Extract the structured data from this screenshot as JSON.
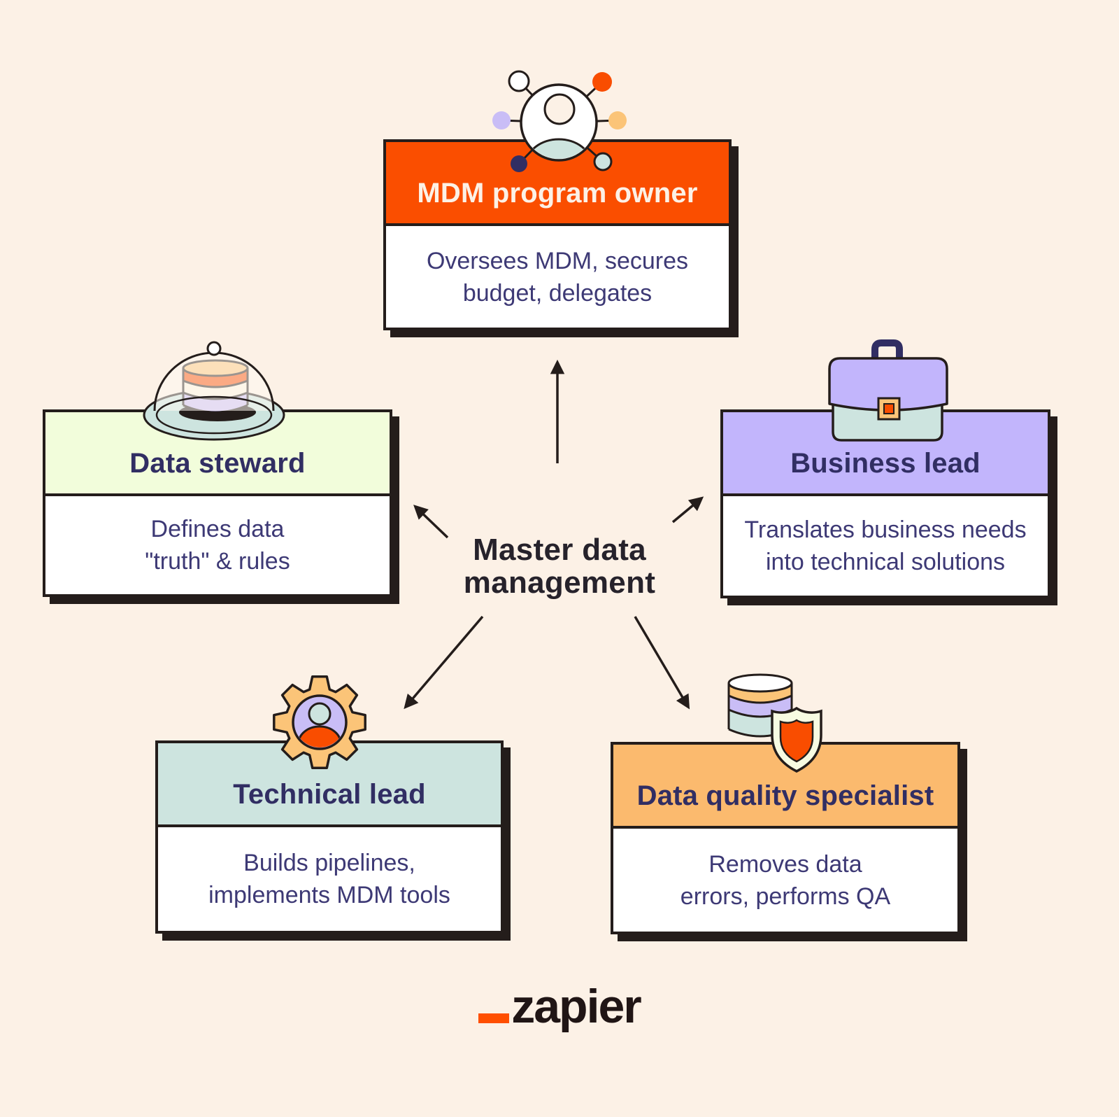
{
  "page": {
    "background": "#FCF1E6",
    "outline_color": "#241D1B",
    "body_text_color": "#3D3975"
  },
  "center": {
    "line1": "Master data",
    "line2": "management",
    "color": "#26222B"
  },
  "boxes": {
    "program_owner": {
      "title": "MDM program owner",
      "desc_line1": "Oversees MDM, secures",
      "desc_line2": "budget, delegates",
      "header_color": "#FA4E00",
      "title_color": "#FCF1E6",
      "icon": "person-network-icon"
    },
    "data_steward": {
      "title": "Data steward",
      "desc_line1": "Defines data",
      "desc_line2": "\"truth\" & rules",
      "header_color": "#F2FDDB",
      "title_color": "#312E63",
      "icon": "served-data-dish-icon"
    },
    "business_lead": {
      "title": "Business lead",
      "desc_line1": "Translates business needs",
      "desc_line2": "into technical solutions",
      "header_color": "#C2B5FC",
      "title_color": "#312E63",
      "icon": "briefcase-icon"
    },
    "technical_lead": {
      "title": "Technical lead",
      "desc_line1": "Builds pipelines,",
      "desc_line2": "implements MDM tools",
      "header_color": "#CDE4DF",
      "title_color": "#312E63",
      "icon": "gear-person-icon"
    },
    "data_quality": {
      "title": "Data quality specialist",
      "desc_line1": "Removes data",
      "desc_line2": "errors, performs QA",
      "header_color": "#FBBA6E",
      "title_color": "#312E63",
      "icon": "database-shield-icon"
    }
  },
  "footer": {
    "brand": "zapier",
    "underscore_color": "#FF4F00",
    "text_color": "#201515"
  },
  "palette": {
    "accent_orange": "#F94D00",
    "peach": "#FBC478",
    "lilac": "#C9BDF6",
    "teal": "#CDE4DF",
    "navy": "#312E63",
    "cream": "#FCF1E6",
    "pale_green": "#F7FBE2"
  }
}
